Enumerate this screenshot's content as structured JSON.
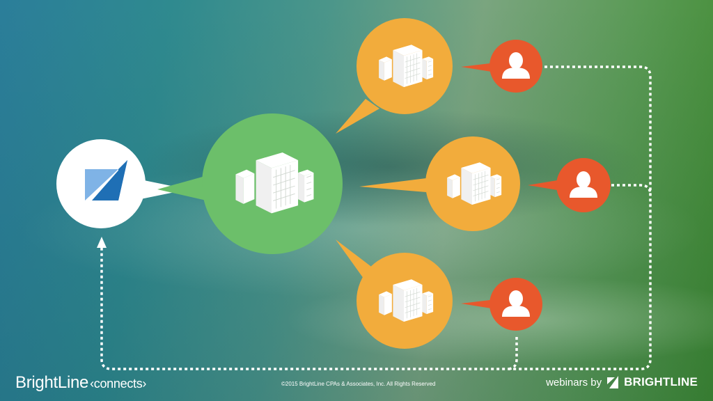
{
  "footer": {
    "brand_name": "BrightLine",
    "brand_tag": "‹connects›",
    "copyright": "©2015 BrightLine CPAs & Associates, Inc. All Rights Reserved",
    "webinars_by": "webinars by",
    "logo_word": "BRIGHTLINE"
  },
  "colors": {
    "hub": "#6cbf6a",
    "company": "#f2ac3c",
    "person": "#e8582c",
    "firm_circle": "#ffffff",
    "firm_mark": "#1f6fb5"
  },
  "icons": {
    "firm": "brightline-logo-icon",
    "hub": "office-buildings-icon",
    "company": "office-buildings-icon",
    "person": "user-icon"
  }
}
